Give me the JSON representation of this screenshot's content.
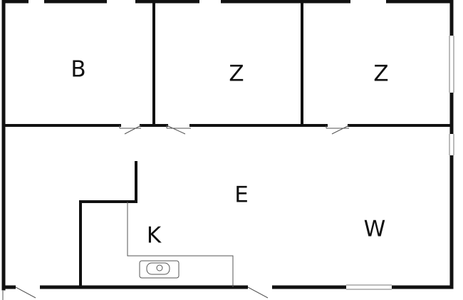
{
  "rooms": {
    "bedroom_1": "B",
    "room_z_1": "Z",
    "room_z_2": "Z",
    "hall": "E",
    "kitchen": "K",
    "living": "W"
  },
  "colors": {
    "wall": "#111111",
    "background": "#ffffff",
    "fixture": "#555555"
  },
  "icons": {
    "sink": "sink-icon",
    "door": "door-swing-icon",
    "window": "window-icon"
  }
}
